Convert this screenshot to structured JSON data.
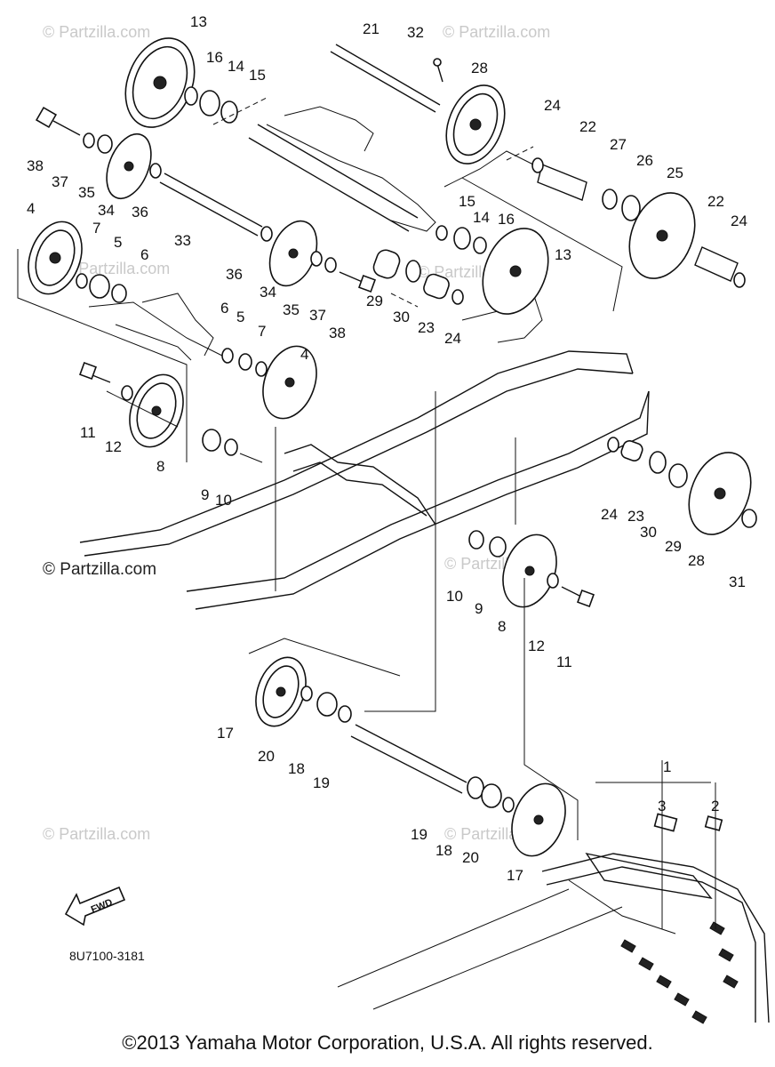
{
  "watermarks": {
    "light": "© Partzilla.com",
    "strong": "© Partzilla.com"
  },
  "labels": [
    "1",
    "2",
    "3",
    "4",
    "5",
    "6",
    "7",
    "8",
    "9",
    "10",
    "11",
    "12",
    "13",
    "14",
    "15",
    "16",
    "17",
    "18",
    "19",
    "20",
    "21",
    "22",
    "23",
    "24",
    "25",
    "26",
    "27",
    "28",
    "29",
    "30",
    "31",
    "32",
    "33",
    "34",
    "35",
    "36",
    "37",
    "38"
  ],
  "fwd_label": "FWD",
  "diagram_code": "8U7100-3181",
  "copyright": "©2013 Yamaha Motor Corporation, U.S.A. All rights reserved."
}
